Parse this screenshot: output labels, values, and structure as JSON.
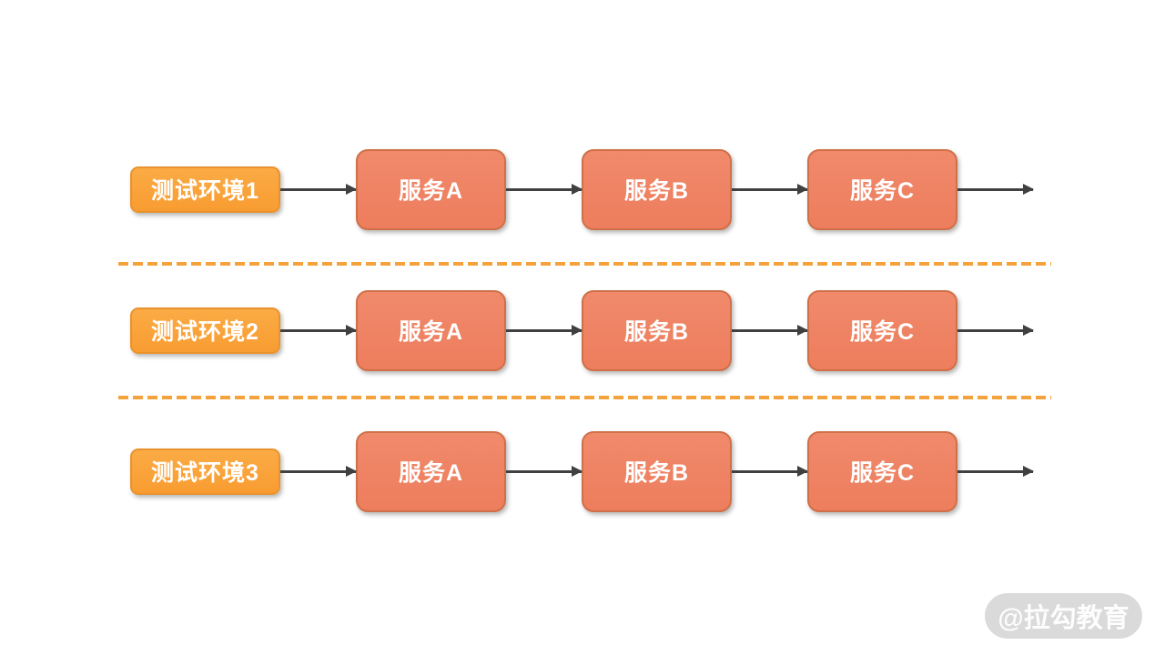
{
  "diagram": {
    "rows": [
      {
        "env": "测试环境1",
        "services": [
          "服务A",
          "服务B",
          "服务C"
        ]
      },
      {
        "env": "测试环境2",
        "services": [
          "服务A",
          "服务B",
          "服务C"
        ]
      },
      {
        "env": "测试环境3",
        "services": [
          "服务A",
          "服务B",
          "服务C"
        ]
      }
    ]
  },
  "watermark": {
    "text": "@拉勾教育"
  },
  "icons": {
    "flow_arrow_icon": "→"
  },
  "colors": {
    "env_box_fill": "#f9a13c",
    "env_box_border": "#e9932f",
    "service_box_fill": "#ee8264",
    "service_box_border": "#cf7048",
    "arrow": "#404040",
    "dashed_separator": "#f6a23c",
    "watermark_background": "#dadada",
    "watermark_text": "#ffffff",
    "box_text": "#ffffff",
    "page_background": "#ffffff"
  }
}
